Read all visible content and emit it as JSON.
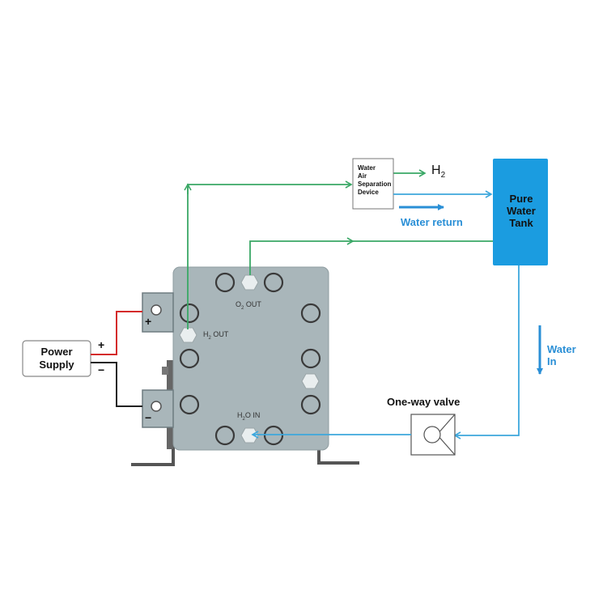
{
  "diagram": {
    "power_supply": {
      "line1": "Power",
      "line2": "Supply",
      "plus": "+",
      "minus": "−"
    },
    "electrolyzer": {
      "o2_out": {
        "main": "O",
        "sub": "2",
        "rest": " OUT"
      },
      "h2_out": {
        "main": "H",
        "sub": "2",
        "rest": " OUT"
      },
      "h2o_in": {
        "main": "H",
        "sub": "2",
        "rest": "O IN"
      },
      "terminal_plus": "+",
      "terminal_minus": "−"
    },
    "separator": {
      "line1": "Water",
      "line2": "Air",
      "line3": "Separation",
      "line4": "Device"
    },
    "h2_product": {
      "main": "H",
      "sub": "2"
    },
    "tank": {
      "line1": "Pure",
      "line2": "Water",
      "line3": "Tank"
    },
    "water_return": "Water return",
    "water_in": {
      "line1": "Water",
      "line2": "In"
    },
    "one_way_valve": "One-way valve",
    "colors": {
      "green_line": "#3aa866",
      "blue_line": "#3da7dc",
      "tank_fill": "#1b9ce0",
      "body_fill": "#a9b6ba",
      "red_wire": "#d42b2b",
      "black_wire": "#222222"
    }
  }
}
